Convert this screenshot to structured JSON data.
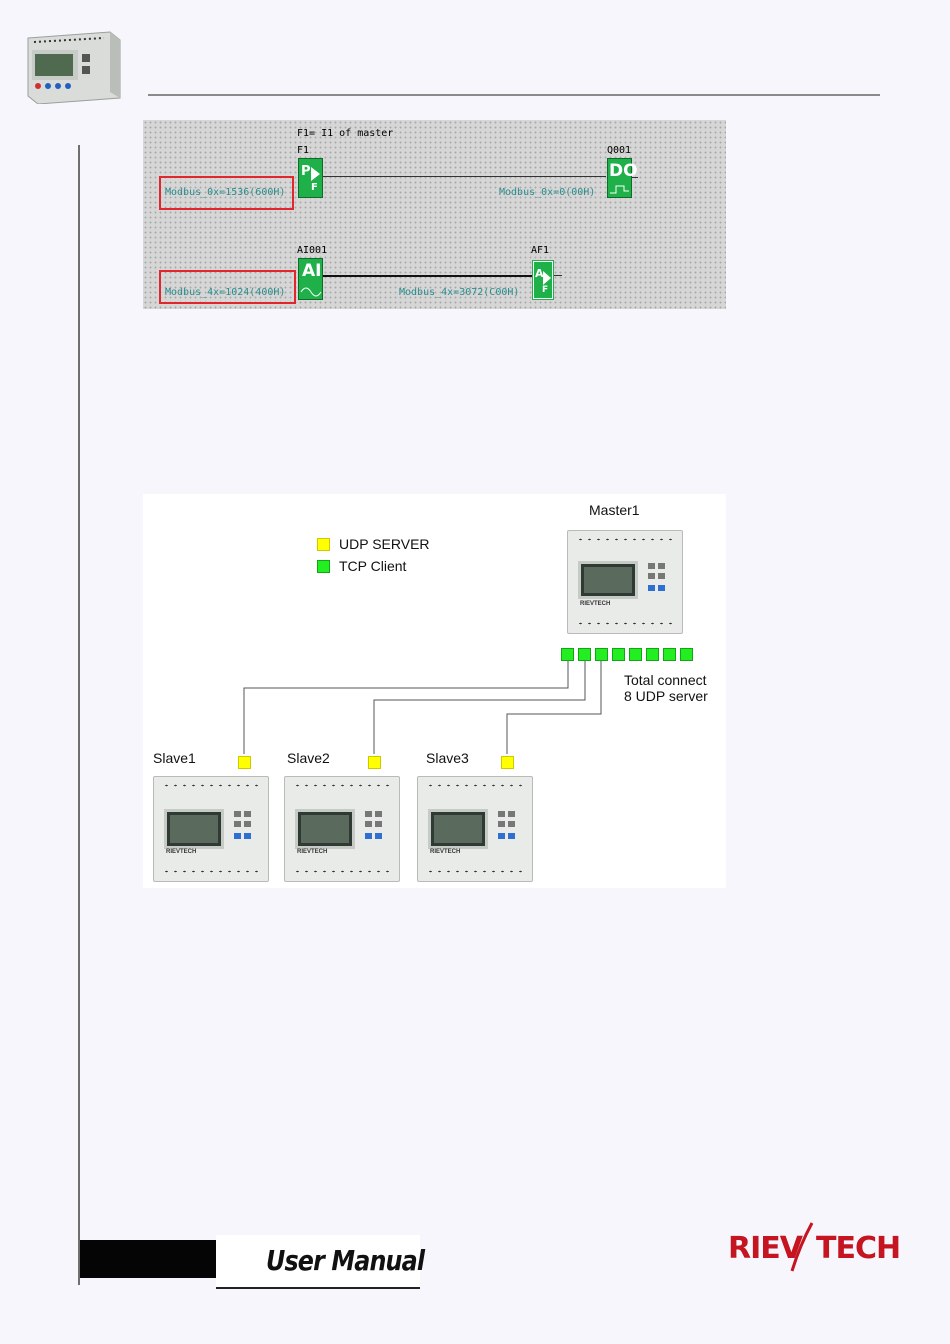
{
  "fbd": {
    "f1_caption": "F1= I1 of master",
    "f1_label": "F1",
    "q001_label": "Q001",
    "aio_label": "AI001",
    "af1_label": "AF1",
    "addr_f1": "Modbus_0x=1536(600H)",
    "addr_q001": "Modbus_0x=0(00H)",
    "addr_ai": "Modbus_4x=1024(400H)",
    "addr_af1": "Modbus_4x=3072(C00H)",
    "blk_p": "P",
    "blk_f": "F",
    "blk_do": "DO",
    "blk_ai": "AI",
    "blk_a": "A"
  },
  "network": {
    "legend_udp": "UDP SERVER",
    "legend_tcp": "TCP Client",
    "master_label": "Master1",
    "total_line1": "Total connect",
    "total_line2": "8 UDP server",
    "slave1": "Slave1",
    "slave2": "Slave2",
    "slave3": "Slave3",
    "plc_brand": "RIEVTECH",
    "colors": {
      "udp": "#ffff00",
      "tcp": "#22ee22"
    }
  },
  "footer": {
    "manual_label": "User Manual",
    "brand_left": "RIEV",
    "brand_right": "TECH",
    "brand_color": "#c41520"
  }
}
